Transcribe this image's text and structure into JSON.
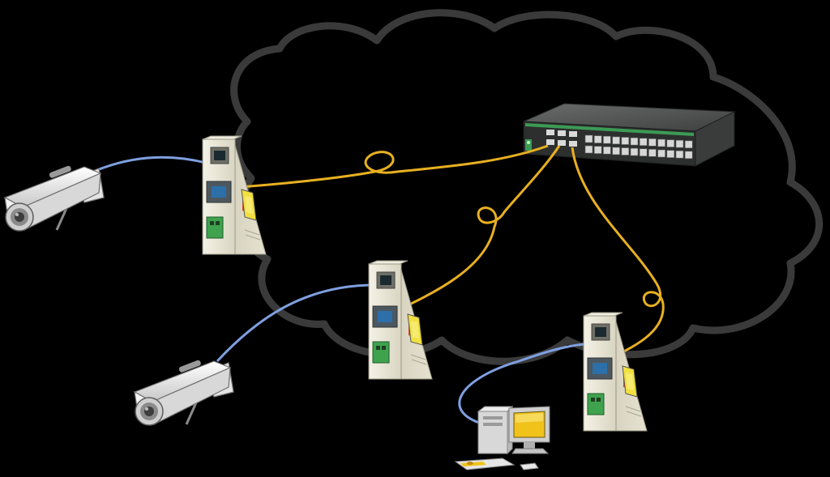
{
  "diagram": {
    "background": "#000000",
    "colors": {
      "cloud_outline": "#3a3a3a",
      "fiber": "#e8b020",
      "copper": "#7f9fe0",
      "device_body": "#e9e6d6",
      "switch_body": "#4a4c4c",
      "port_green": "#3c9a55",
      "label_yellow": "#f1e040",
      "brand_red": "#d2432a"
    },
    "nodes": [
      {
        "id": "network-cloud",
        "icon": "cloud-icon"
      },
      {
        "id": "ethernet-switch",
        "icon": "network-switch-icon"
      },
      {
        "id": "media-converter-1",
        "icon": "media-converter-icon"
      },
      {
        "id": "media-converter-2",
        "icon": "media-converter-icon"
      },
      {
        "id": "media-converter-3",
        "icon": "media-converter-icon"
      },
      {
        "id": "ip-camera-1",
        "icon": "security-camera-icon"
      },
      {
        "id": "ip-camera-2",
        "icon": "security-camera-icon"
      },
      {
        "id": "workstation",
        "icon": "desktop-computer-icon"
      }
    ],
    "links": [
      {
        "from": "ethernet-switch",
        "to": "media-converter-1",
        "medium": "fiber"
      },
      {
        "from": "ethernet-switch",
        "to": "media-converter-2",
        "medium": "fiber"
      },
      {
        "from": "ethernet-switch",
        "to": "media-converter-3",
        "medium": "fiber"
      },
      {
        "from": "media-converter-1",
        "to": "ip-camera-1",
        "medium": "copper"
      },
      {
        "from": "media-converter-2",
        "to": "ip-camera-2",
        "medium": "copper"
      },
      {
        "from": "media-converter-3",
        "to": "workstation",
        "medium": "copper"
      }
    ]
  }
}
